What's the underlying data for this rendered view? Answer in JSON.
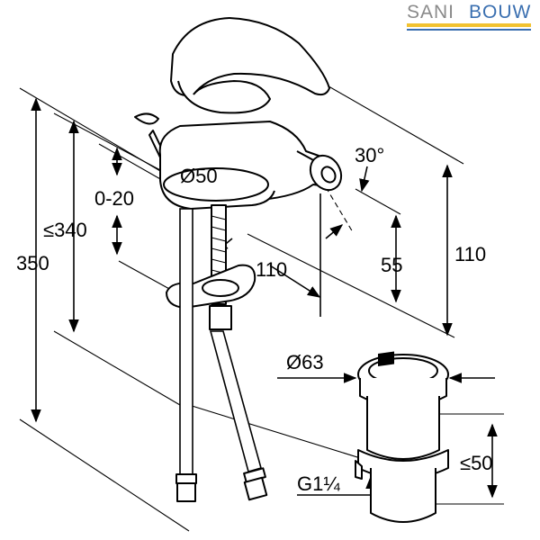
{
  "logo": {
    "text_primary": "SANI",
    "text_secondary": "BOUW",
    "color_primary": "#8a8a8a",
    "color_secondary": "#3a6fb0",
    "color_bar": "#f2c230"
  },
  "dimensions": {
    "total_height": "350",
    "max_height": "≤340",
    "pop_up_range": "0-20",
    "base_diameter": "Ø50",
    "reach": "110",
    "spout_height": "110",
    "nozzle_height": "55",
    "angle": "30°",
    "waste_diameter": "Ø63",
    "waste_thread": "G1¼",
    "waste_length": "≤50"
  }
}
